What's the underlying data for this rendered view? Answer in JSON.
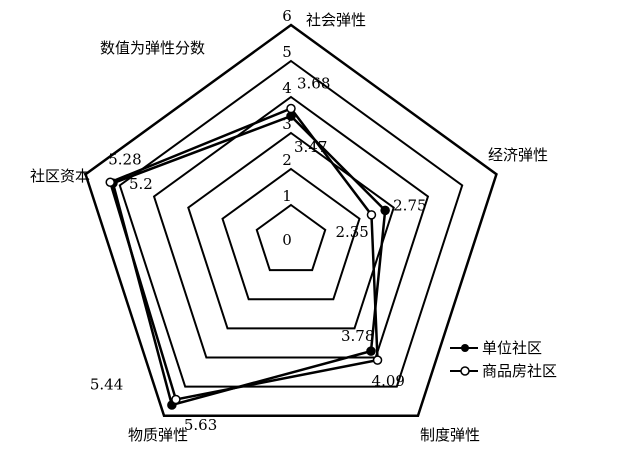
{
  "chart_data": {
    "type": "radar",
    "title": "数值为弹性分数",
    "axes": [
      "社会弹性",
      "经济弹性",
      "制度弹性",
      "物质弹性",
      "社区资本"
    ],
    "rlim": [
      0,
      6
    ],
    "ticks": [
      "0",
      "1",
      "2",
      "3",
      "4",
      "5",
      "6"
    ],
    "series": [
      {
        "name": "单位社区",
        "marker": "filled",
        "values": [
          3.47,
          2.75,
          3.78,
          5.63,
          5.2
        ],
        "labels": [
          "3.47",
          "2.75",
          "3.78",
          "5.63",
          "5.2"
        ]
      },
      {
        "name": "商品房社区",
        "marker": "hollow",
        "values": [
          3.68,
          2.35,
          4.09,
          5.44,
          5.28
        ],
        "labels": [
          "3.68",
          "2.35",
          "4.09",
          "5.44",
          "5.28"
        ]
      }
    ],
    "legend": "bottom-right",
    "grid": true
  }
}
